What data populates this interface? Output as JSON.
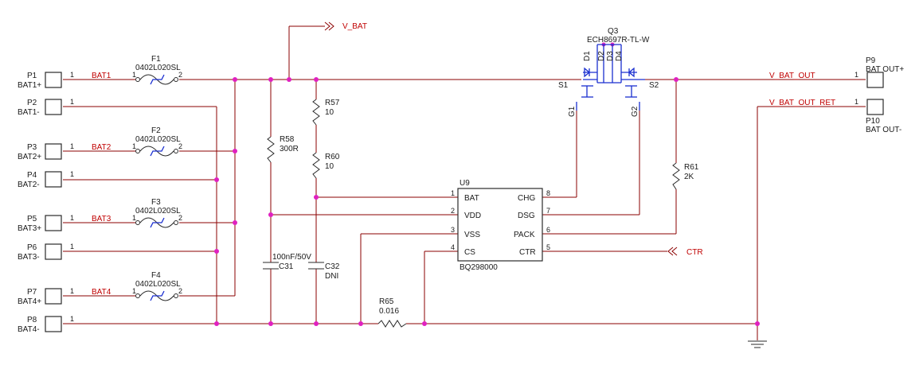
{
  "connectors": [
    {
      "ref": "P1",
      "name": "BAT1+",
      "pin": "1"
    },
    {
      "ref": "P2",
      "name": "BAT1-",
      "pin": "1"
    },
    {
      "ref": "P3",
      "name": "BAT2+",
      "pin": "1"
    },
    {
      "ref": "P4",
      "name": "BAT2-",
      "pin": "1"
    },
    {
      "ref": "P5",
      "name": "BAT3+",
      "pin": "1"
    },
    {
      "ref": "P6",
      "name": "BAT3-",
      "pin": "1"
    },
    {
      "ref": "P7",
      "name": "BAT4+",
      "pin": "1"
    },
    {
      "ref": "P8",
      "name": "BAT4-",
      "pin": "1"
    },
    {
      "ref": "P9",
      "name": "BAT OUT+",
      "pin": "1"
    },
    {
      "ref": "P10",
      "name": "BAT OUT-",
      "pin": "1"
    }
  ],
  "fuses": [
    {
      "ref": "F1",
      "value": "0402L020SL",
      "pin1": "1",
      "pin2": "2",
      "net": "BAT1"
    },
    {
      "ref": "F2",
      "value": "0402L020SL",
      "pin1": "1",
      "pin2": "2",
      "net": "BAT2"
    },
    {
      "ref": "F3",
      "value": "0402L020SL",
      "pin1": "1",
      "pin2": "2",
      "net": "BAT3"
    },
    {
      "ref": "F4",
      "value": "0402L020SL",
      "pin1": "1",
      "pin2": "2",
      "net": "BAT4"
    }
  ],
  "resistors": [
    {
      "ref": "R57",
      "value": "10"
    },
    {
      "ref": "R58",
      "value": "300R"
    },
    {
      "ref": "R60",
      "value": "10"
    },
    {
      "ref": "R61",
      "value": "2K"
    },
    {
      "ref": "R65",
      "value": "0.016"
    }
  ],
  "capacitors": [
    {
      "ref": "C31",
      "value": "100nF/50V"
    },
    {
      "ref": "C32",
      "value": "DNI"
    }
  ],
  "mosfet": {
    "ref": "Q3",
    "part": "ECH8697R-TL-W",
    "d1": "D1",
    "d2": "D2",
    "d3": "D3",
    "d4": "D4",
    "s1": "S1",
    "s2": "S2",
    "g1": "G1",
    "g2": "G2"
  },
  "ic": {
    "ref": "U9",
    "part": "BQ298000",
    "pins": [
      {
        "num": "1",
        "name": "BAT"
      },
      {
        "num": "2",
        "name": "VDD"
      },
      {
        "num": "3",
        "name": "VSS"
      },
      {
        "num": "4",
        "name": "CS"
      },
      {
        "num": "8",
        "name": "CHG"
      },
      {
        "num": "7",
        "name": "DSG"
      },
      {
        "num": "6",
        "name": "PACK"
      },
      {
        "num": "5",
        "name": "CTR"
      }
    ]
  },
  "nets": {
    "v_bat": "V_BAT",
    "v_bat_out": "V_BAT_OUT",
    "v_bat_out_ret": "V_BAT_OUT_RET",
    "ctr": "CTR"
  },
  "colors": {
    "wire": "#8b0000",
    "net_label": "#c00000",
    "mosfet": "#1a2fd0",
    "junction": "#e020c0"
  }
}
